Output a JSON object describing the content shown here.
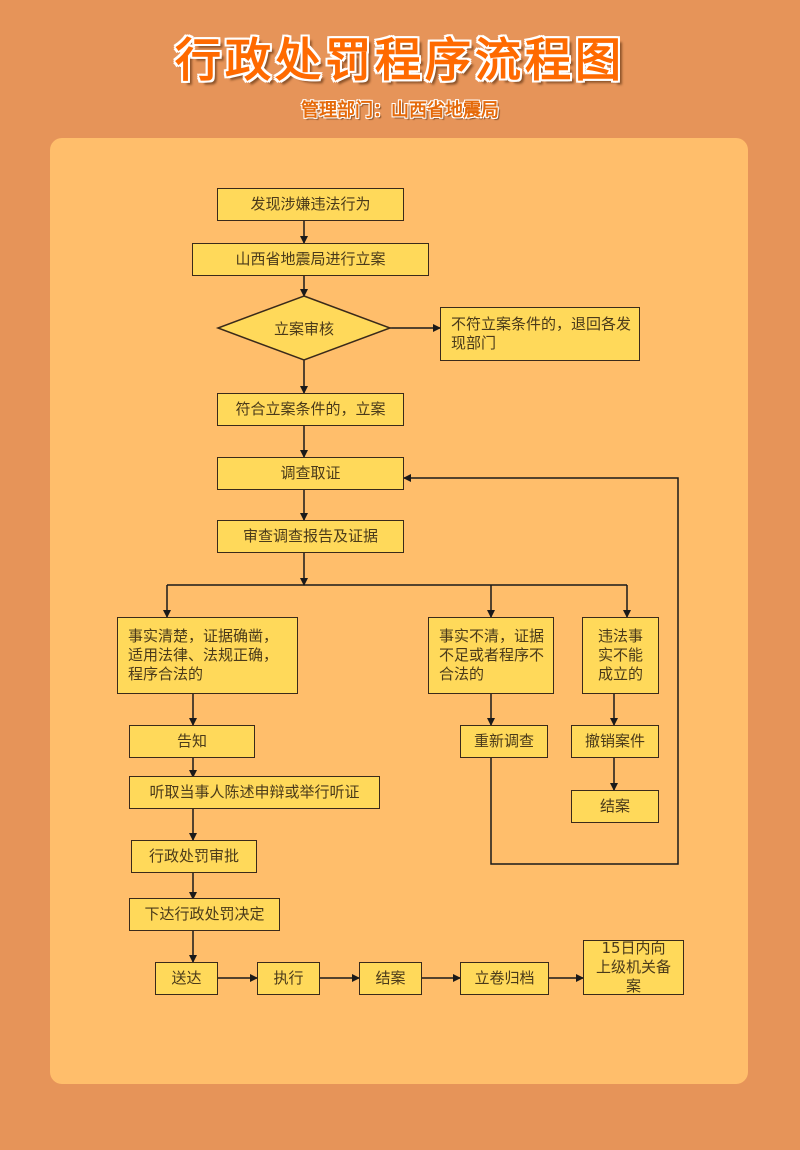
{
  "header": {
    "title": "行政处罚程序流程图",
    "subtitle": "管理部门：山西省地震局"
  },
  "colors": {
    "background": "#E69459",
    "panel": "#FFBE6B",
    "box_fill": "#FFD95A",
    "box_border": "#3a2a1a",
    "title": "#FF6A00"
  },
  "flow": {
    "discover": "发现涉嫌违法行为",
    "register": "山西省地震局进行立案",
    "review": "立案审核",
    "reject": "不符立案条件的，退回各发现部门",
    "accept": "符合立案条件的，立案",
    "investigate": "调查取证",
    "examine": "审查调查报告及证据",
    "branch_clear": "事实清楚，证据确凿，适用法律、法规正确，程序合法的",
    "branch_unclear": "事实不清，证据不足或者程序不合法的",
    "branch_invalid": "违法事实不能成立的",
    "notify": "告知",
    "hearing": "听取当事人陈述申辩或举行听证",
    "reinvestigate": "重新调查",
    "revoke": "撤销案件",
    "close_revoke": "结案",
    "approve": "行政处罚审批",
    "decide": "下达行政处罚决定",
    "deliver": "送达",
    "execute": "执行",
    "close": "结案",
    "archive": "立卷归档",
    "report": "15日内向上级机关备案"
  }
}
